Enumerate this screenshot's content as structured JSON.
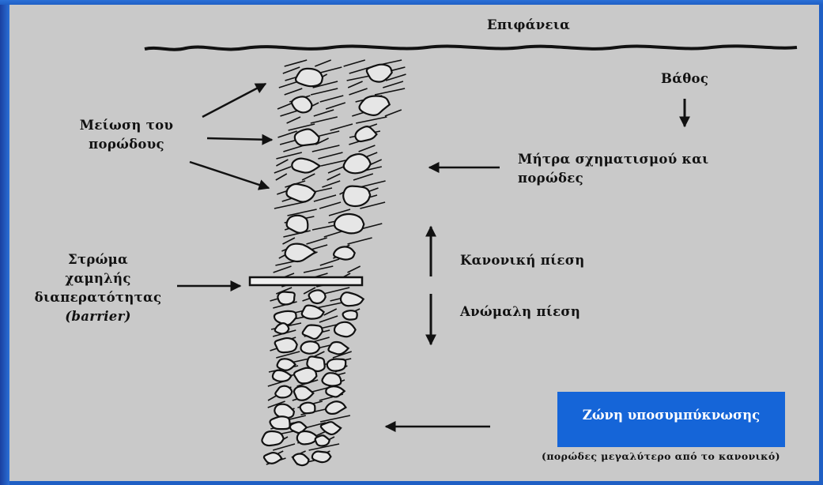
{
  "diagram": {
    "surface_label": "Επιφάνεια",
    "depth_label": "Βάθος",
    "porosity_reduction_label": [
      "Μείωση του",
      "πορώδους"
    ],
    "matrix_label": [
      "Μήτρα σχηματισμού και",
      "πορώδες"
    ],
    "barrier_label": [
      "Στρώμα",
      "χαμηλής",
      "διαπερατότητας"
    ],
    "barrier_term": "(barrier)",
    "normal_pressure_label": "Κανονική πίεση",
    "abnormal_pressure_label": "Ανώμαλη πίεση",
    "zone_label": "Ζώνη υποσυμπύκνωσης",
    "zone_caption": "(πορώδες μεγαλύτερο από το κανονικό)"
  },
  "colors": {
    "background": "#1f5fc4",
    "panel": "#c9c9c9",
    "zone_box": "#1565d8",
    "ink": "#111111"
  }
}
